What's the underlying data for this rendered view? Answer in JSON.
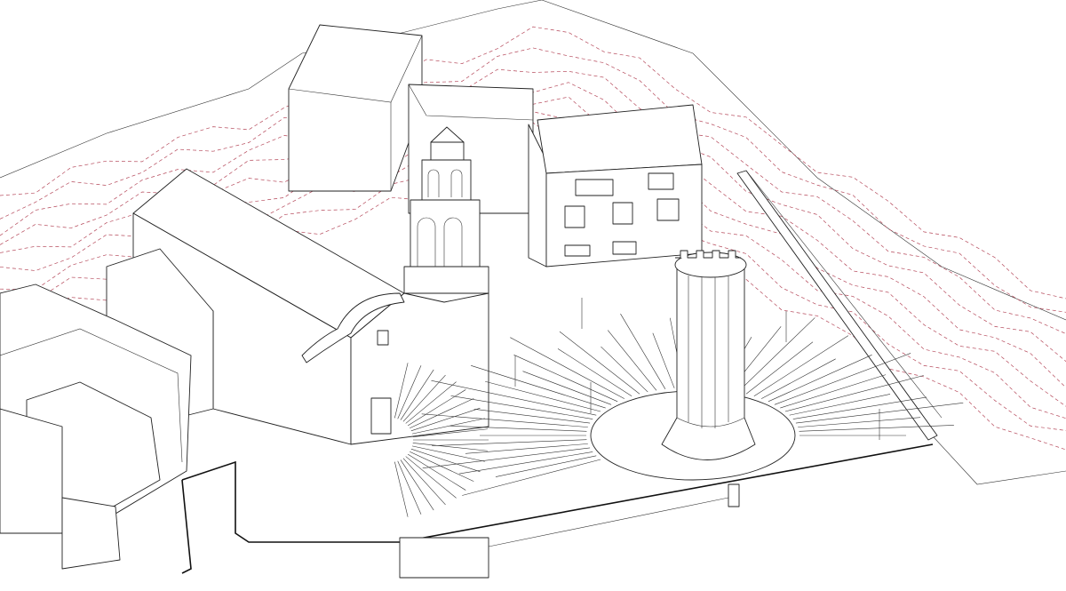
{
  "drawing": {
    "type": "axonometric architectural site drawing",
    "colors": {
      "line": "#222222",
      "contour": "#b5485a",
      "background": "#ffffff"
    },
    "elements": [
      "terrain-contours",
      "church",
      "bell-tower",
      "houses",
      "round-tower",
      "radial-plaza",
      "ramp-wall",
      "underground-passage"
    ]
  }
}
